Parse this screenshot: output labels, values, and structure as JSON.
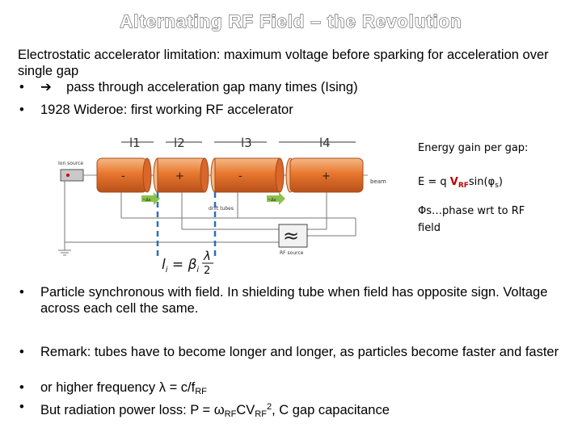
{
  "slide": {
    "title": "Alternating RF Field – the Revolution",
    "intro": "Electrostatic accelerator limitation: maximum voltage before sparking for acceleration over single gap",
    "bullet1_arrow": "➔",
    "bullet1_text": "pass through acceleration gap many times (Ising)",
    "bullet2_text": "1928 Wideroe: first working RF accelerator"
  },
  "side_notes": {
    "energy_gain": "Energy gain per gap:",
    "formula_prefix": "E = q ",
    "formula_v": "V",
    "formula_rf": "RF",
    "formula_sin": "sin(φ",
    "formula_s": "s",
    "formula_close": ")",
    "phase_line1": "Φs…phase wrt to RF",
    "phase_line2": "field"
  },
  "diagram": {
    "tube_labels": [
      "l1",
      "l2",
      "l3",
      "l4"
    ],
    "ion_source": "Ion source",
    "beam": "beam",
    "drift_tubes": "drift tubes",
    "rf_source": "RF source",
    "signs": [
      "-",
      "+",
      "-",
      "+"
    ],
    "arrow_label": "~Δx",
    "formula_l": "l",
    "formula_i": "i",
    "formula_eq": " = β",
    "formula_frac_top": "λ",
    "formula_frac_bottom": "2",
    "rf_symbol": "≈"
  },
  "bullets_bottom": {
    "b1": "Particle synchronous with field. In shielding tube when field has opposite sign. Voltage across each cell the same.",
    "b2": "Remark: tubes have to become longer and longer, as particles become faster and faster",
    "b3_pre": "or higher frequency λ = c/f",
    "b3_sub": "RF",
    "b4_pre": "But radiation power loss: P = ω",
    "b4_sub1": "RF",
    "b4_mid": "CV",
    "b4_sub2": "RF",
    "b4_sup": "2",
    "b4_post": ", C gap capacitance"
  },
  "colors": {
    "tube": "#e8772e",
    "tube_light": "#f7b987",
    "arrow_green": "#8bc34a",
    "dashed_blue": "#2f6fb5",
    "formula_red": "#c00000"
  }
}
